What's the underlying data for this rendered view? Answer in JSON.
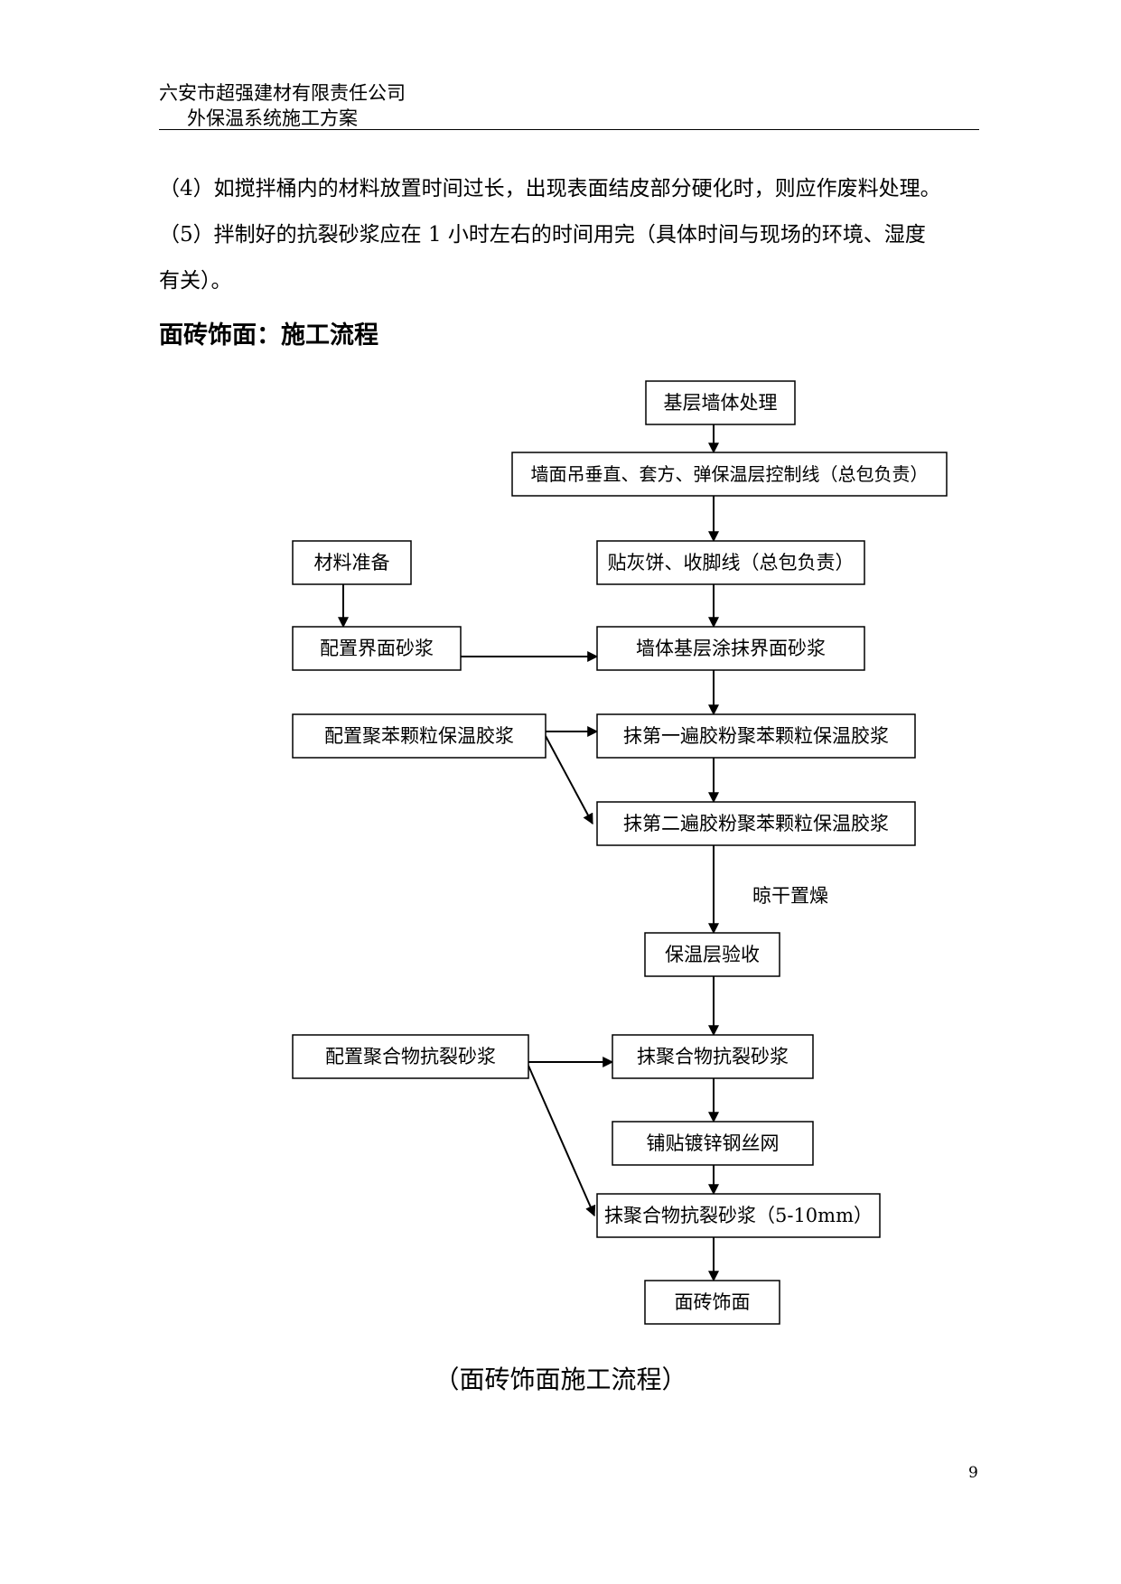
{
  "header": {
    "company": "六安市超强建材有限责任公司",
    "subtitle": "外保温系统施工方案"
  },
  "paragraphs": [
    "（4）如搅拌桶内的材料放置时间过长，出现表面结皮部分硬化时，则应作废料处理。",
    "（5）拌制好的抗裂砂浆应在 1 小时左右的时间用完（具体时间与现场的环境、湿度",
    "有关）。"
  ],
  "section_heading": "面砖饰面：施工流程",
  "flowchart": {
    "main_steps": [
      "基层墙体处理",
      "墙面吊垂直、套方、弹保温层控制线（总包负责）",
      "贴灰饼、收脚线（总包负责）",
      "墙体基层涂抹界面砂浆",
      "抹第一遍胶粉聚苯颗粒保温胶浆",
      "抹第二遍胶粉聚苯颗粒保温胶浆",
      "保温层验收",
      "抹聚合物抗裂砂浆",
      "铺贴镀锌钢丝网",
      "抹聚合物抗裂砂浆（5-10mm）",
      "面砖饰面"
    ],
    "side_steps": [
      "材料准备",
      "配置界面砂浆",
      "配置聚苯颗粒保温胶浆",
      "配置聚合物抗裂砂浆"
    ],
    "edge_label": "晾干置燥"
  },
  "caption": "（面砖饰面施工流程）",
  "page_number": "9"
}
